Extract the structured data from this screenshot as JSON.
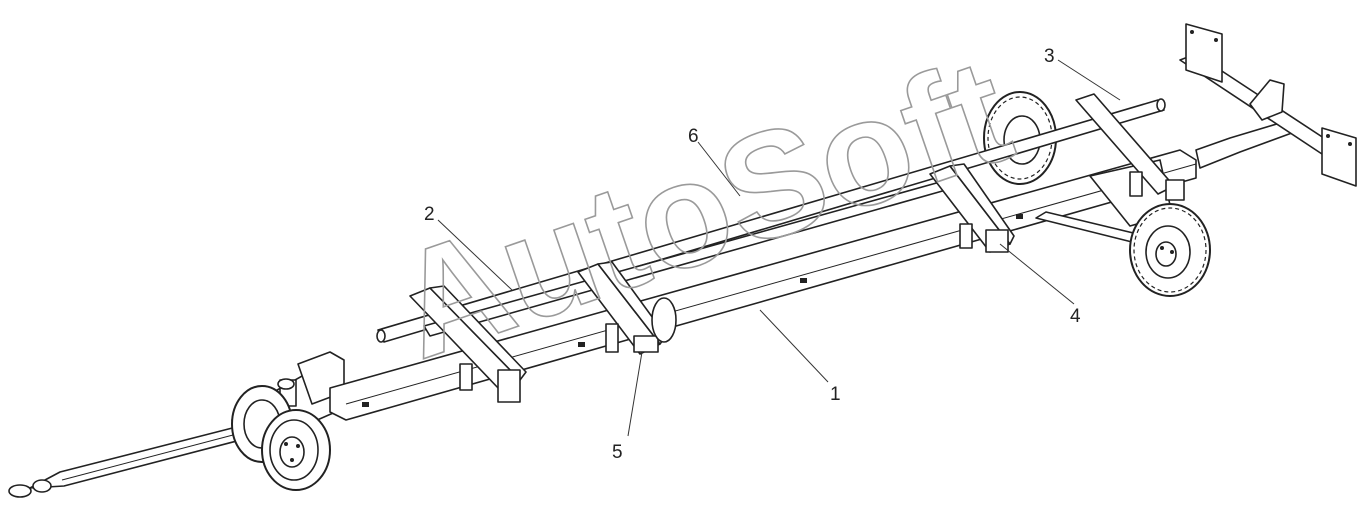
{
  "diagram": {
    "watermark": "AutoSoft",
    "callouts": [
      {
        "id": "1",
        "label": "1"
      },
      {
        "id": "2",
        "label": "2"
      },
      {
        "id": "3",
        "label": "3"
      },
      {
        "id": "4",
        "label": "4"
      },
      {
        "id": "5",
        "label": "5"
      },
      {
        "id": "6",
        "label": "6"
      }
    ]
  }
}
